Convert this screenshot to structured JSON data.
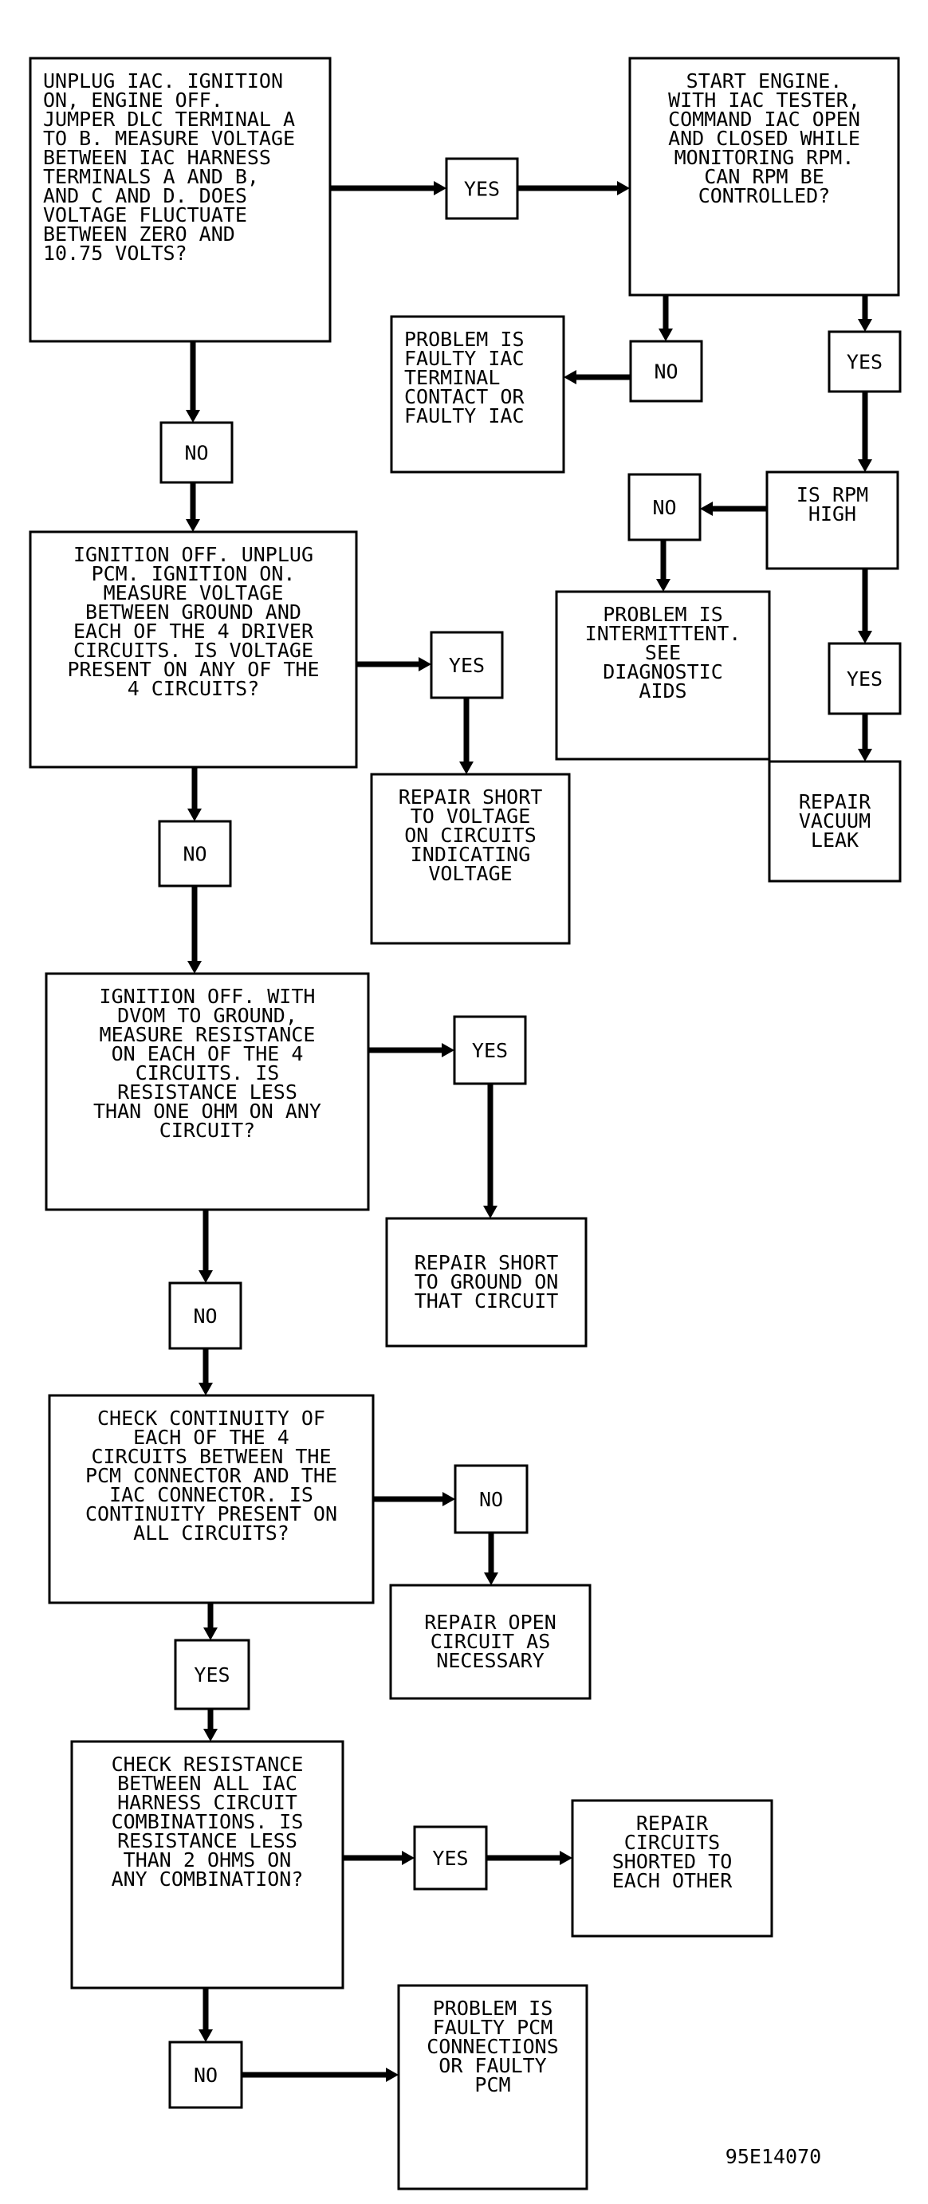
{
  "diagram": {
    "figure_code": "95E14070",
    "nodes": {
      "q1": {
        "lines": [
          "UNPLUG IAC. IGNITION",
          "ON, ENGINE OFF.",
          "JUMPER DLC TERMINAL A",
          "TO B. MEASURE VOLTAGE",
          "BETWEEN IAC HARNESS",
          "TERMINALS A AND B,",
          "AND C AND D. DOES",
          "VOLTAGE FLUCTUATE",
          "BETWEEN ZERO AND",
          "10.75 VOLTS?"
        ]
      },
      "q1_yes": {
        "lines": [
          "YES"
        ]
      },
      "q1_no": {
        "lines": [
          "NO"
        ]
      },
      "q2": {
        "lines": [
          "START ENGINE.",
          "WITH IAC TESTER,",
          "COMMAND IAC OPEN",
          "AND CLOSED WHILE",
          "MONITORING RPM.",
          "CAN RPM BE",
          "CONTROLLED?"
        ]
      },
      "q2_no": {
        "lines": [
          "NO"
        ]
      },
      "r_faulty_iac": {
        "lines": [
          "PROBLEM IS",
          "FAULTY IAC",
          "TERMINAL",
          "CONTACT OR",
          "FAULTY IAC"
        ]
      },
      "q2_yes": {
        "lines": [
          "YES"
        ]
      },
      "q3": {
        "lines": [
          "IS RPM",
          "HIGH"
        ]
      },
      "q3_no": {
        "lines": [
          "NO"
        ]
      },
      "r_intermittent": {
        "lines": [
          "PROBLEM IS",
          "INTERMITTENT.",
          "SEE",
          "DIAGNOSTIC",
          "AIDS"
        ]
      },
      "q3_yes": {
        "lines": [
          "YES"
        ]
      },
      "r_vacuum_leak": {
        "lines": [
          "REPAIR",
          "VACUUM",
          "LEAK"
        ]
      },
      "q4": {
        "lines": [
          "IGNITION OFF. UNPLUG",
          "PCM. IGNITION ON.",
          "MEASURE VOLTAGE",
          "BETWEEN GROUND AND",
          "EACH OF THE 4 DRIVER",
          "CIRCUITS. IS VOLTAGE",
          "PRESENT ON ANY OF THE",
          "4 CIRCUITS?"
        ]
      },
      "q4_yes": {
        "lines": [
          "YES"
        ]
      },
      "r_short_voltage": {
        "lines": [
          "REPAIR SHORT",
          "TO VOLTAGE",
          "ON CIRCUITS",
          "INDICATING",
          "VOLTAGE"
        ]
      },
      "q4_no": {
        "lines": [
          "NO"
        ]
      },
      "q5": {
        "lines": [
          "IGNITION OFF. WITH",
          "DVOM TO GROUND,",
          "MEASURE RESISTANCE",
          "ON EACH OF THE 4",
          "CIRCUITS. IS",
          "RESISTANCE LESS",
          "THAN ONE OHM ON ANY",
          "CIRCUIT?"
        ]
      },
      "q5_yes": {
        "lines": [
          "YES"
        ]
      },
      "r_short_ground": {
        "lines": [
          "REPAIR SHORT",
          "TO GROUND ON",
          "THAT CIRCUIT"
        ]
      },
      "q5_no": {
        "lines": [
          "NO"
        ]
      },
      "q6": {
        "lines": [
          "CHECK CONTINUITY OF",
          "EACH OF THE 4",
          "CIRCUITS BETWEEN THE",
          "PCM CONNECTOR AND THE",
          "IAC CONNECTOR. IS",
          "CONTINUITY PRESENT ON",
          "ALL CIRCUITS?"
        ]
      },
      "q6_no": {
        "lines": [
          "NO"
        ]
      },
      "r_open_circuit": {
        "lines": [
          "REPAIR OPEN",
          "CIRCUIT AS",
          "NECESSARY"
        ]
      },
      "q6_yes": {
        "lines": [
          "YES"
        ]
      },
      "q7": {
        "lines": [
          "CHECK RESISTANCE",
          "BETWEEN ALL IAC",
          "HARNESS CIRCUIT",
          "COMBINATIONS. IS",
          "RESISTANCE LESS",
          "THAN 2 OHMS ON",
          "ANY COMBINATION?"
        ]
      },
      "q7_yes": {
        "lines": [
          "YES"
        ]
      },
      "r_shorted_each_other": {
        "lines": [
          "REPAIR",
          "CIRCUITS",
          "SHORTED TO",
          "EACH OTHER"
        ]
      },
      "q7_no": {
        "lines": [
          "NO"
        ]
      },
      "r_faulty_pcm": {
        "lines": [
          "PROBLEM IS",
          "FAULTY PCM",
          "CONNECTIONS",
          "OR FAULTY",
          "PCM"
        ]
      }
    }
  }
}
